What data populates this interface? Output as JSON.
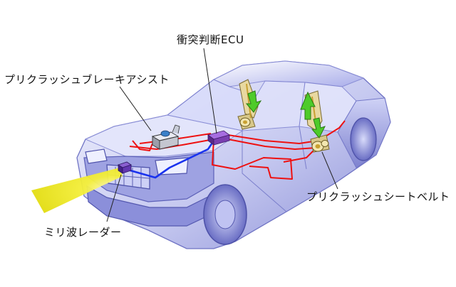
{
  "diagram": {
    "labels": {
      "ecu": "衝突判断ECU",
      "brake_assist": "プリクラッシュブレーキアシスト",
      "radar": "ミリ波レーダー",
      "seatbelt": "プリクラッシュシートベルト"
    },
    "colors": {
      "car_body_light": "#eef0ff",
      "car_body_mid": "#b8bcec",
      "car_body_dark": "#7c80cc",
      "power_line": "#ee1111",
      "signal_line": "#1a33ee",
      "radar_beam": "#f2ee22",
      "ecu_box": "#7a3fb0",
      "seatbelt_arrow": "#4ecb2a"
    }
  }
}
